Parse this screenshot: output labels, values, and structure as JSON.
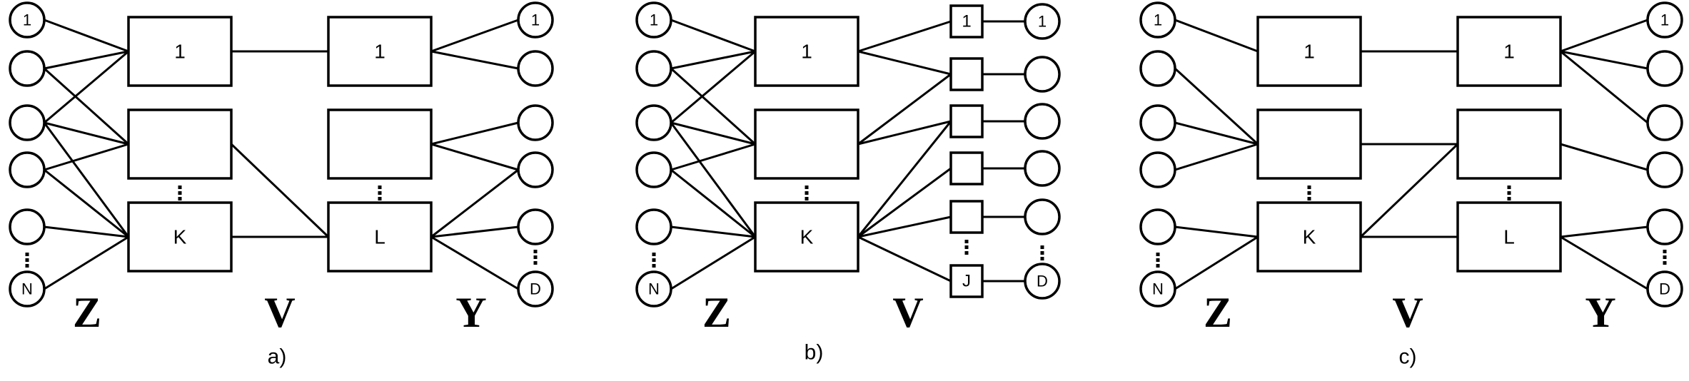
{
  "panels": [
    {
      "id": "a",
      "caption": "a)",
      "layers": [
        "Z",
        "V",
        "Y"
      ],
      "z_labels": [
        "1",
        "",
        "",
        "",
        "",
        "N"
      ],
      "v_left_labels": [
        "1",
        "",
        "K"
      ],
      "v_right_labels": [
        "1",
        "",
        "L"
      ],
      "y_labels": [
        "1",
        "",
        "",
        "",
        "",
        "D"
      ]
    },
    {
      "id": "b",
      "caption": "b)",
      "layers": [
        "Z",
        "V"
      ],
      "z_labels": [
        "1",
        "",
        "",
        "",
        "",
        "N"
      ],
      "v_left_labels": [
        "1",
        "",
        "K"
      ],
      "small_labels": [
        "1",
        "",
        "",
        "",
        "",
        "J"
      ],
      "y_labels": [
        "1",
        "",
        "",
        "",
        "",
        "D"
      ]
    },
    {
      "id": "c",
      "caption": "c)",
      "layers": [
        "Z",
        "V",
        "Y"
      ],
      "z_labels": [
        "1",
        "",
        "",
        "",
        "",
        "N"
      ],
      "v_left_labels": [
        "1",
        "",
        "K"
      ],
      "v_right_labels": [
        "1",
        "",
        "L"
      ],
      "y_labels": [
        "1",
        "",
        "",
        "",
        "",
        "D"
      ]
    }
  ],
  "colors": {
    "stroke": "#000000",
    "fill": "#ffffff"
  }
}
